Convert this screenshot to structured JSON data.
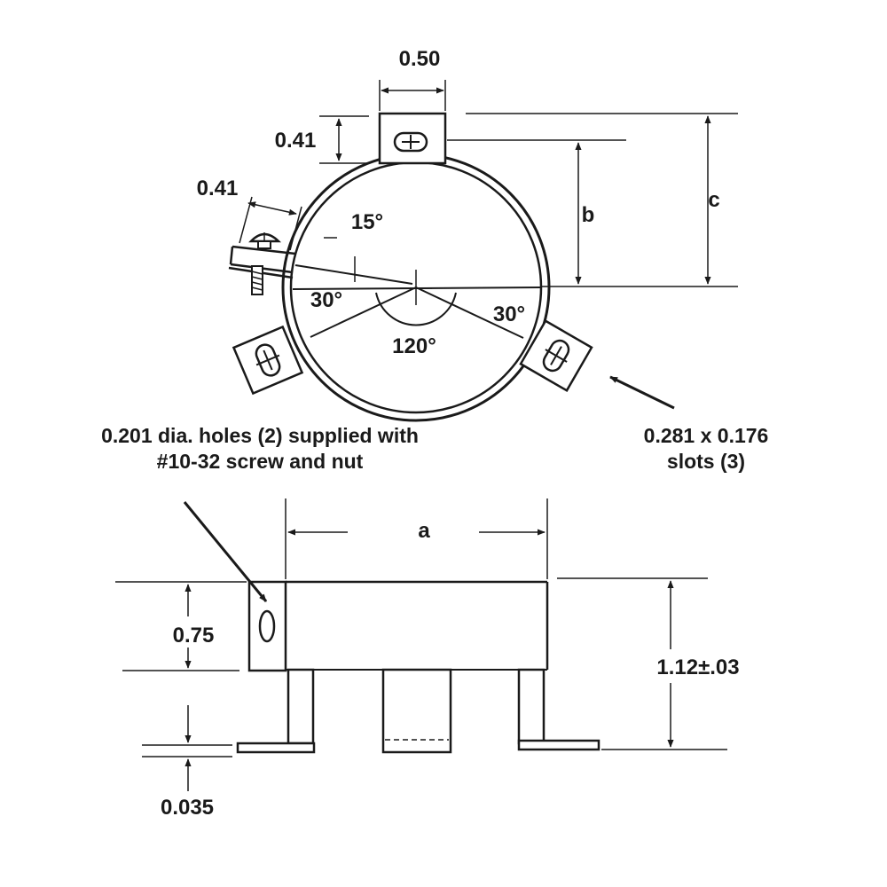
{
  "dimensions": {
    "tab_width": "0.50",
    "tab_height": "0.41",
    "clamp_width": "0.41",
    "b": "b",
    "c": "c",
    "a": "a",
    "flange_height": "0.75",
    "overall_height": "1.12±.03",
    "thickness": "0.035"
  },
  "angles": {
    "top": "15°",
    "left": "30°",
    "right": "30°",
    "bottom": "120°"
  },
  "notes": {
    "holes_line1": "0.201 dia. holes (2) supplied with",
    "holes_line2": "#10-32 screw and nut",
    "slots_line1": "0.281 x 0.176",
    "slots_line2": "slots (3)"
  },
  "colors": {
    "ink": "#1a1a1a",
    "paper": "#ffffff"
  }
}
